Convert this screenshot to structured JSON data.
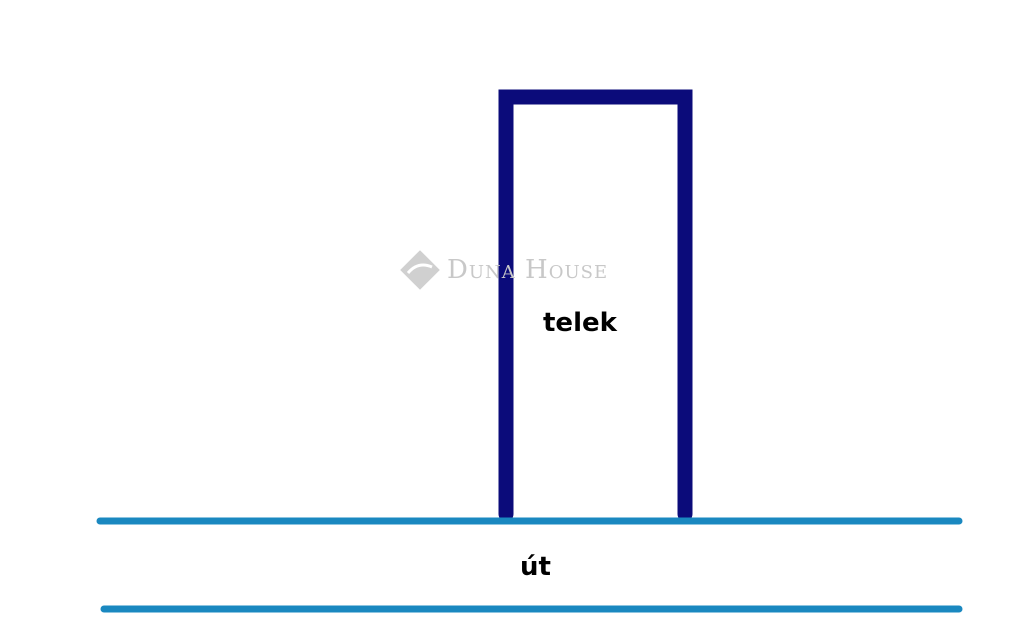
{
  "labels": {
    "plot": "telek",
    "road": "út"
  },
  "watermark": "Duna House",
  "colors": {
    "plot_outline": "#0b0b7a",
    "road_lines": "#1a88c0",
    "watermark": "#c8c8c8"
  }
}
